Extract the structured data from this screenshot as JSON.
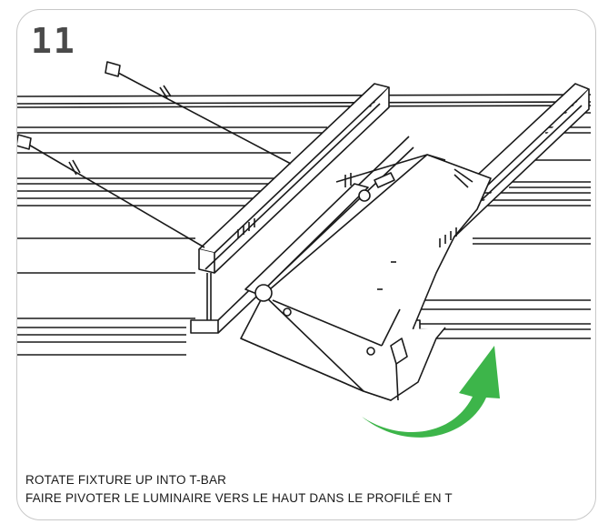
{
  "step": {
    "number": "11"
  },
  "caption": {
    "english": "ROTATE FIXTURE UP INTO T-BAR",
    "french": "FAIRE PIVOTER LE LUMINAIRE VERS LE HAUT DANS LE PROFILÉ EN T"
  },
  "colors": {
    "arrow": "#3db54a",
    "line": "#1a1a1a",
    "border": "#c8c8c8"
  },
  "icons": {
    "arrow": "rotate-arrow-icon"
  }
}
